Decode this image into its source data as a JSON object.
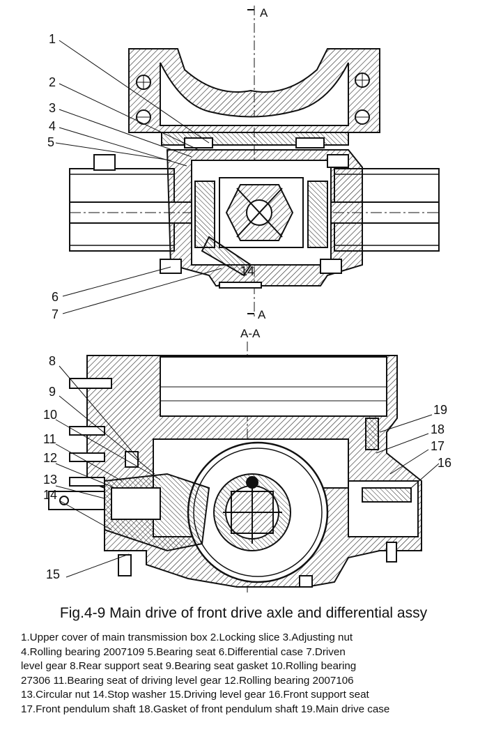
{
  "section_marks": {
    "top": "A",
    "bottom": "A",
    "view": "A-A"
  },
  "callouts": [
    "1",
    "2",
    "3",
    "4",
    "5",
    "6",
    "7",
    "8",
    "9",
    "10",
    "11",
    "12",
    "13",
    "14",
    "15",
    "16",
    "17",
    "18",
    "19"
  ],
  "inline_callout": "14",
  "figure_caption": "Fig.4-9  Main drive of front drive axle and differential assy",
  "legend_lines": [
    "1.Upper cover of main transmission box  2.Locking slice  3.Adjusting nut",
    "4.Rolling bearing 2007109  5.Bearing seat  6.Differential case 7.Driven",
    "level gear  8.Rear support seat  9.Bearing seat gasket  10.Rolling bearing",
    "27306  11.Bearing seat of driving level gear 12.Rolling bearing 2007106",
    "13.Circular nut  14.Stop washer  15.Driving level gear  16.Front support seat",
    "17.Front pendulum shaft  18.Gasket of front pendulum shaft 19.Main drive case"
  ]
}
